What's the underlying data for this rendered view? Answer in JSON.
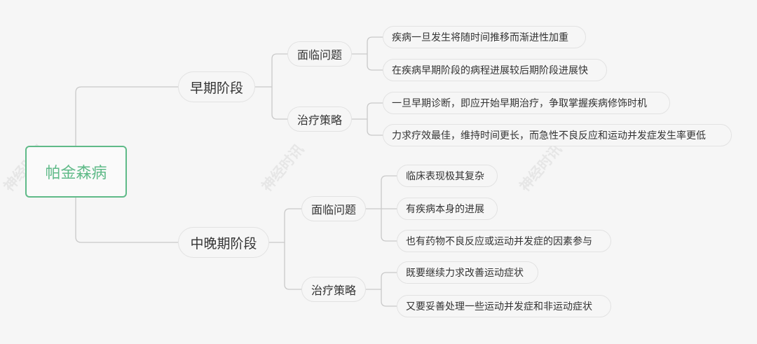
{
  "root": {
    "label": "帕金森病"
  },
  "watermark": "神经时讯",
  "branches": [
    {
      "label": "早期阶段",
      "children": [
        {
          "label": "面临问题",
          "leaves": [
            "疾病一旦发生将随时间推移而渐进性加重",
            "在疾病早期阶段的病程进展较后期阶段进展快"
          ]
        },
        {
          "label": "治疗策略",
          "leaves": [
            "一旦早期诊断，即应开始早期治疗，争取掌握疾病修饰时机",
            "力求疗效最佳，维持时间更长，而急性不良反应和运动并发症发生率更低"
          ]
        }
      ]
    },
    {
      "label": "中晚期阶段",
      "children": [
        {
          "label": "面临问题",
          "leaves": [
            "临床表现极其复杂",
            "有疾病本身的进展",
            "也有药物不良反应或运动并发症的因素参与"
          ]
        },
        {
          "label": "治疗策略",
          "leaves": [
            "既要继续力求改善运动症状",
            "又要妥善处理一些运动并发症和非运动症状"
          ]
        }
      ]
    }
  ]
}
